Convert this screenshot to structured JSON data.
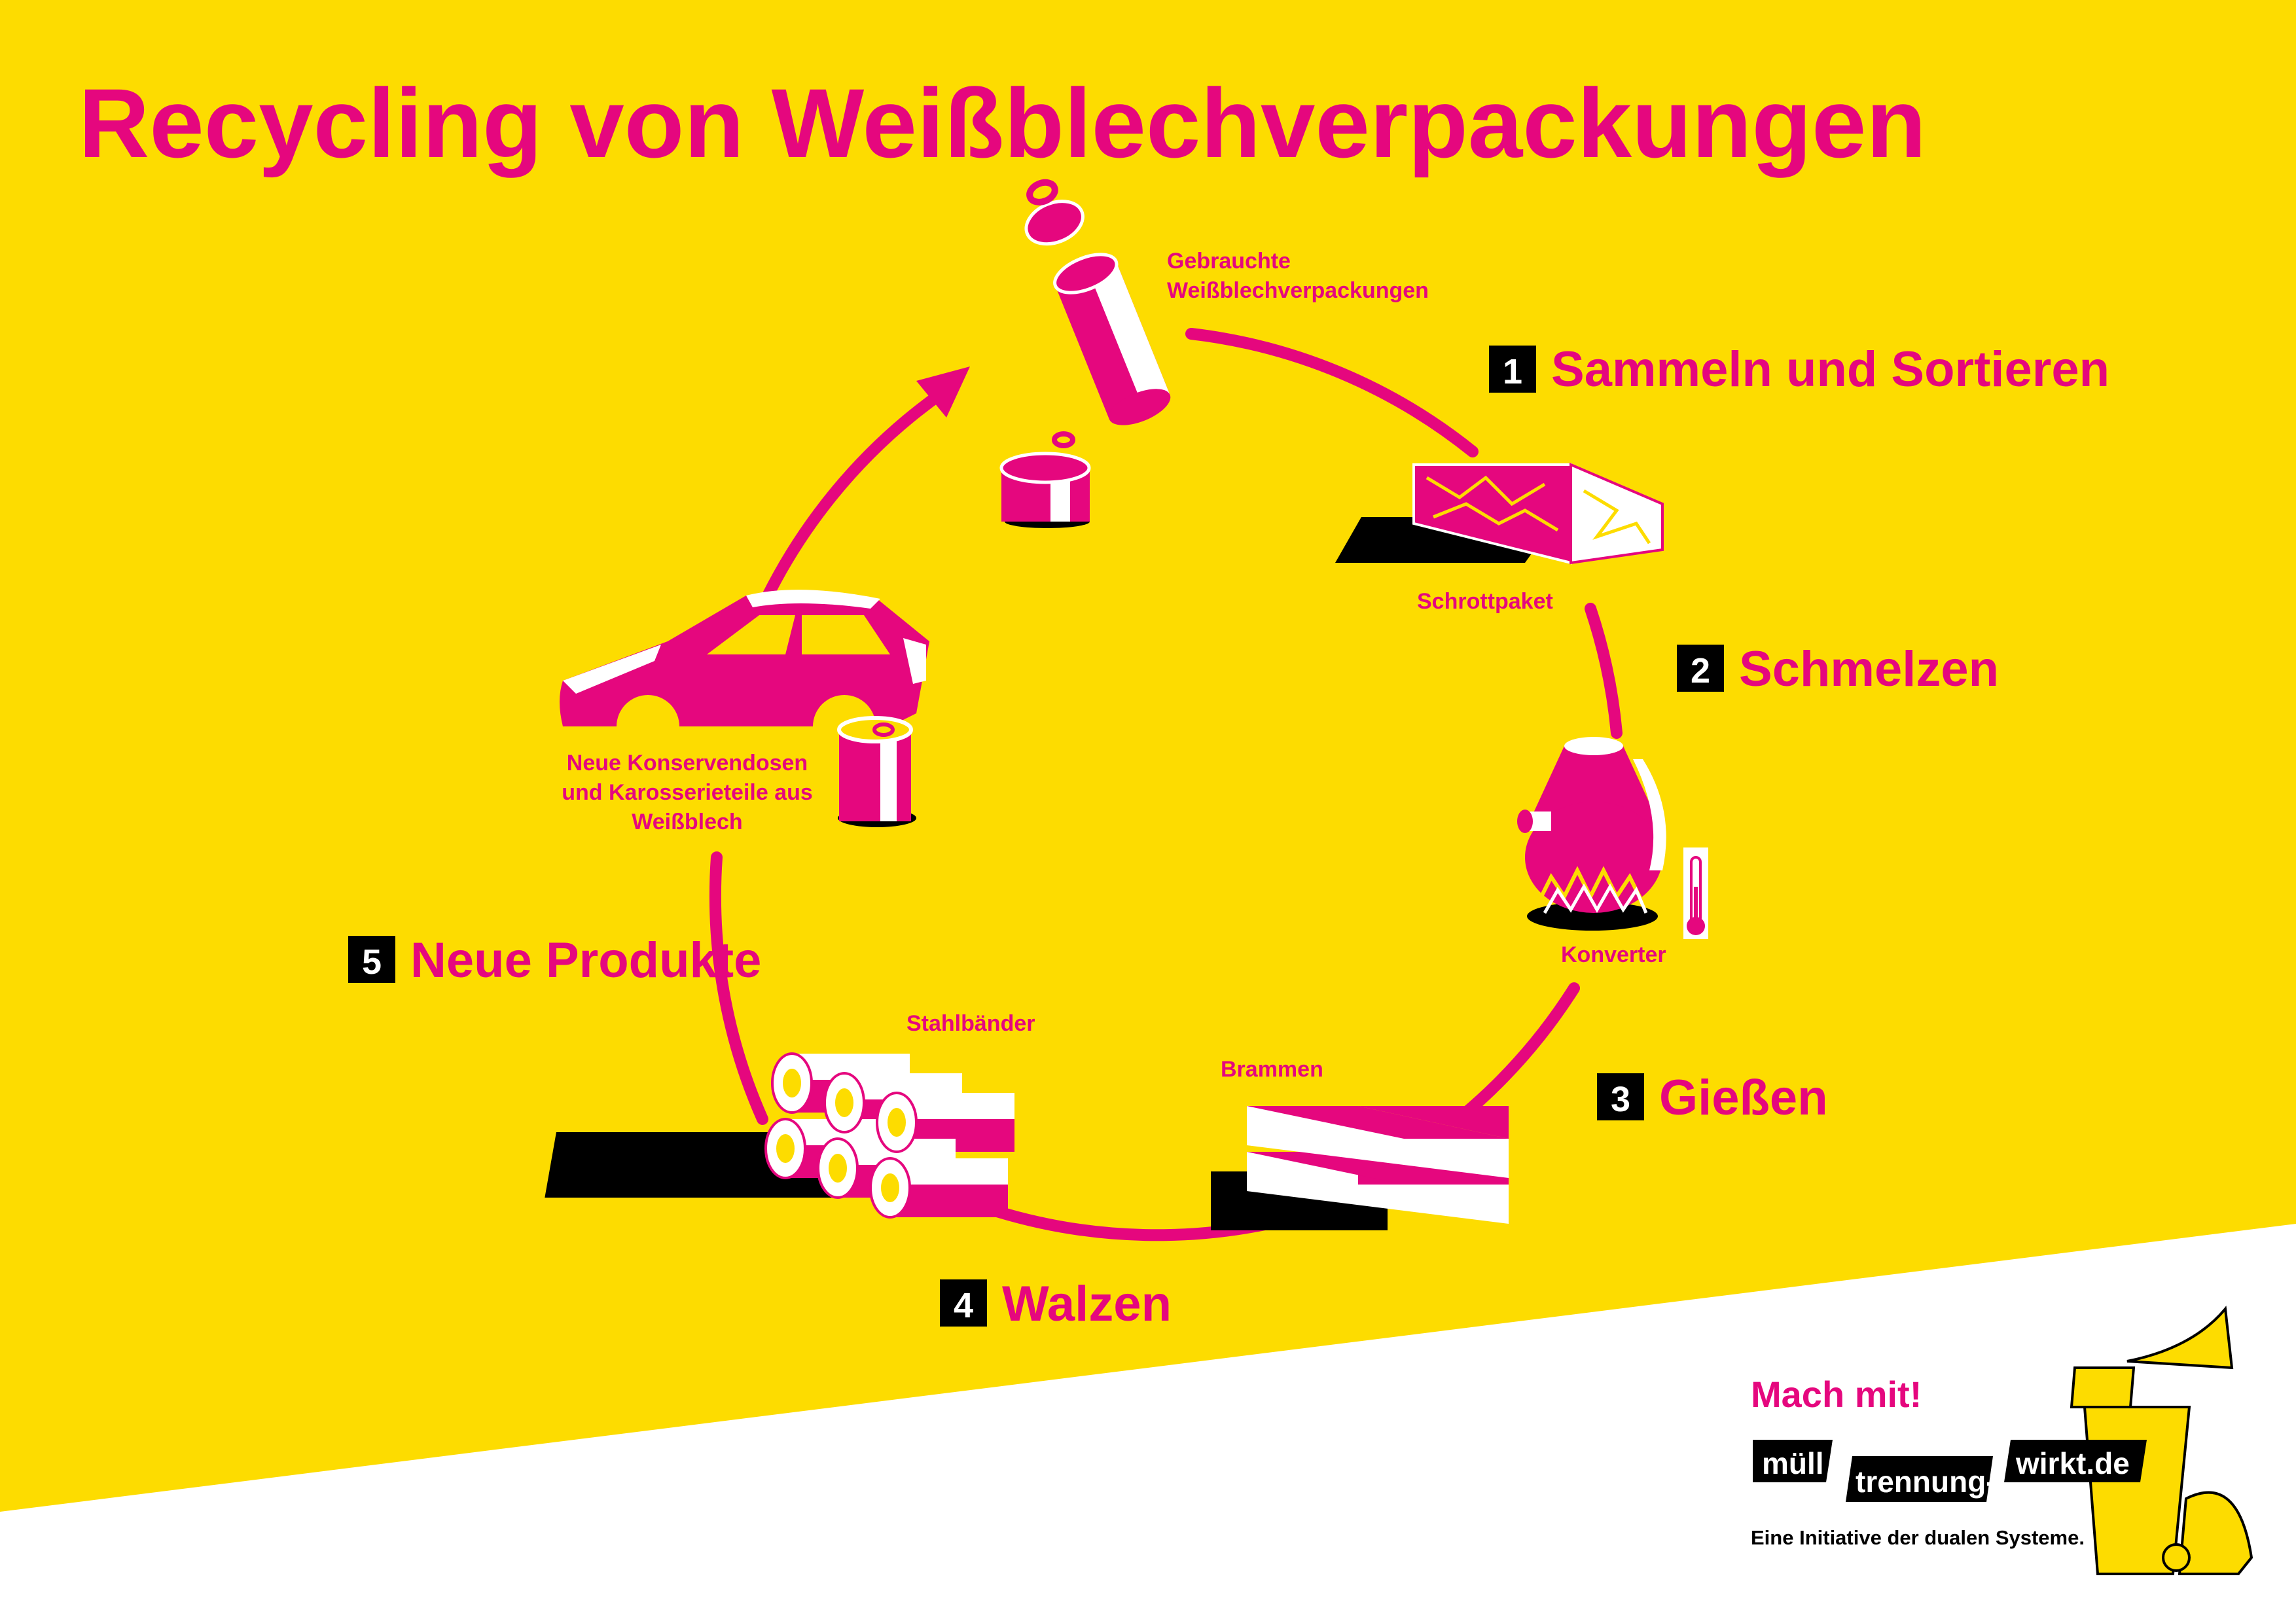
{
  "title": "Recycling von Weißblechverpackungen",
  "colors": {
    "background": "#FDDC00",
    "accent": "#E5077E",
    "white": "#FFFFFF",
    "black": "#000000"
  },
  "steps": [
    {
      "number": "1",
      "label": "Sammeln und Sortieren"
    },
    {
      "number": "2",
      "label": "Schmelzen"
    },
    {
      "number": "3",
      "label": "Gießen"
    },
    {
      "number": "4",
      "label": "Walzen"
    },
    {
      "number": "5",
      "label": "Neue Produkte"
    }
  ],
  "items": {
    "used_cans": [
      "Gebrauchte",
      "Weißblechverpackungen"
    ],
    "scrap_bale": "Schrottpaket",
    "converter": "Konverter",
    "slabs": "Brammen",
    "steel_strips": "Stahlbänder",
    "new_products": [
      "Neue Konservendosen",
      "und Karosserieteile aus",
      "Weißblech"
    ]
  },
  "icons": [
    "cans-icon",
    "scrap-bale-icon",
    "converter-icon",
    "thermometer-icon",
    "slabs-icon",
    "steel-coils-icon",
    "car-body-icon",
    "can-icon",
    "yellow-bin-icon"
  ],
  "footer": {
    "cta": "Mach mit!",
    "logo_parts": [
      "müll",
      "trennung-",
      "wirkt.de"
    ],
    "tagline": "Eine Initiative der dualen Systeme."
  }
}
